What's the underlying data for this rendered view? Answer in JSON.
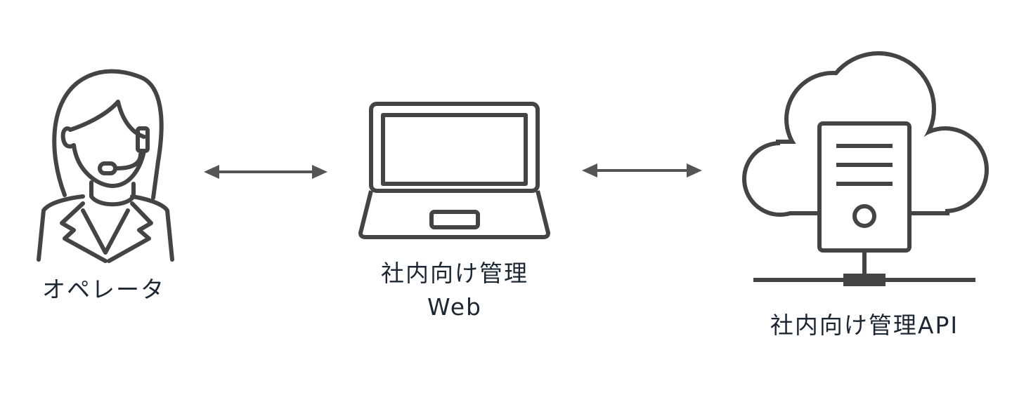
{
  "nodes": {
    "operator": {
      "label": "オペレータ",
      "icon": "operator-headset-icon"
    },
    "web": {
      "label_line1": "社内向け管理",
      "label_line2": "Web",
      "icon": "laptop-icon"
    },
    "api": {
      "label": "社内向け管理API",
      "icon": "cloud-server-icon"
    }
  },
  "edges": [
    {
      "from": "operator",
      "to": "web",
      "type": "bidirectional"
    },
    {
      "from": "web",
      "to": "api",
      "type": "bidirectional"
    }
  ],
  "colors": {
    "icon": "#444444",
    "arrow": "#555555",
    "text": "#1c2733"
  }
}
